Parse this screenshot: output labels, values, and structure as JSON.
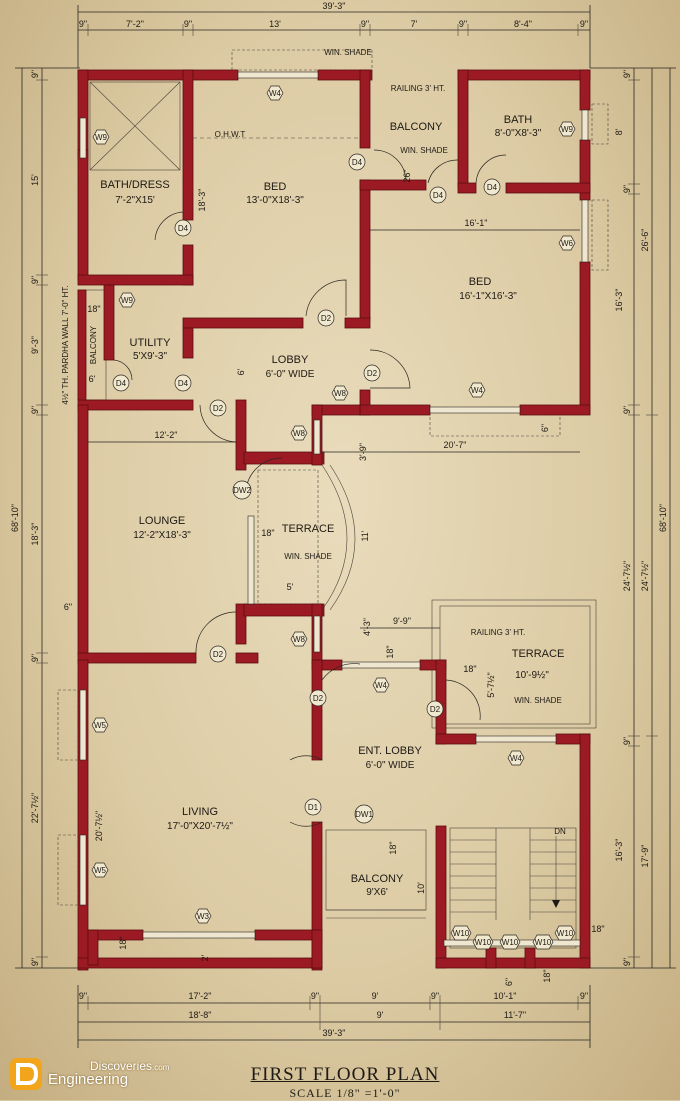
{
  "title": "FIRST FLOOR PLAN",
  "scale": "SCALE  1/8\" =1'-0\"",
  "logo": {
    "top": "Discoveries",
    "top_suffix": ".com",
    "bottom": "Engineering"
  },
  "colors": {
    "wall": "#9c1a24",
    "paper": "#dccba4",
    "logo": "#f2a51a"
  },
  "rooms": {
    "bath_dress": {
      "name": "BATH/DRESS",
      "size": "7'-2\"X15'"
    },
    "bed1": {
      "name": "BED",
      "size": "13'-0\"X18'-3\""
    },
    "balcony_top": {
      "name": "BALCONY"
    },
    "bath2": {
      "name": "BATH",
      "size": "8'-0\"X8'-3\""
    },
    "bed2": {
      "name": "BED",
      "size": "16'-1\"X16'-3\""
    },
    "utility": {
      "name": "UTILITY",
      "size": "5'X9'-3\""
    },
    "balcony_side": {
      "name": "BALCONY"
    },
    "lobby": {
      "name": "LOBBY",
      "size": "6'-0\" WIDE"
    },
    "lounge": {
      "name": "LOUNGE",
      "size": "12'-2\"X18'-3\""
    },
    "terrace1": {
      "name": "TERRACE",
      "note": "WIN. SHADE"
    },
    "terrace2": {
      "name": "TERRACE",
      "size": "10'-9½\"",
      "note": "WIN. SHADE"
    },
    "ent_lobby": {
      "name": "ENT. LOBBY",
      "size": "6'-0\" WIDE"
    },
    "living": {
      "name": "LIVING",
      "size": "17'-0\"X20'-7½\""
    },
    "balcony_bottom": {
      "name": "BALCONY",
      "size": "9'X6'"
    }
  },
  "notes": {
    "win_shade_top": "WIN. SHADE",
    "railing_top": "RAILING 3' HT.",
    "win_shade_balcony": "WIN. SHADE",
    "ohwt": "O.H.W.T",
    "railing_terrace": "RAILING 3' HT.",
    "parda_wall": "4½\" TH. PARDHA WALL 7'-0\" HT.",
    "dn": "DN"
  },
  "dimensions": {
    "top_total": "39'-3\"",
    "top_segments": [
      "9\"",
      "7'-2\"",
      "9\"",
      "13'",
      "9\"",
      "7'",
      "9\"",
      "8'-4\"",
      "9\""
    ],
    "bottom_row1": [
      "9\"",
      "17'-2\"",
      "9\"",
      "9'",
      "9\"",
      "10'-1\"",
      "9\""
    ],
    "bottom_row2": [
      "18'-8\"",
      "9'",
      "11'-7\""
    ],
    "bottom_total": "39'-3\"",
    "left_total": "68'-10\"",
    "left_segments": [
      "9\"",
      "15'",
      "9\"",
      "9'-3\"",
      "9\"",
      "18'-3\"",
      "9\"",
      "22'-7½\"",
      "9\""
    ],
    "left_small": [
      "6\""
    ],
    "right_total": "68'-10\"",
    "right_outer": [
      "26'-6\"",
      "24'-7½\"",
      "17'-9\""
    ],
    "right_inner": [
      "9\"",
      "8'",
      "9\"",
      "16'-3\"",
      "9\"",
      "24'-7½\"",
      "9\"",
      "16'-3\"",
      "9\""
    ],
    "interior": [
      "18'-3\"",
      "16'-1\"",
      "18\"",
      "6'",
      "12'-2\"",
      "20'-7\"",
      "3'-9\"",
      "11'",
      "18\"",
      "5'",
      "6\"",
      "9'-9\"",
      "4'-3\"",
      "18\"",
      "5'-7½\"",
      "18\"",
      "20'-7½\"",
      "18\"",
      "10'",
      "2'",
      "6\"",
      "18\"",
      "18\"",
      "18\"",
      "26\"",
      "6'"
    ]
  },
  "doors": [
    "D4",
    "D4",
    "D4",
    "D4",
    "D2",
    "D2",
    "D4",
    "D4",
    "D2",
    "DW2",
    "D2",
    "D2",
    "D2",
    "D1",
    "DW1"
  ],
  "windows": [
    "W4",
    "W9",
    "W9",
    "W6",
    "W9",
    "W8",
    "W8",
    "W4",
    "W8",
    "W4",
    "W5",
    "W5",
    "W3",
    "W4",
    "W10",
    "W10",
    "W10",
    "W10",
    "W10"
  ]
}
